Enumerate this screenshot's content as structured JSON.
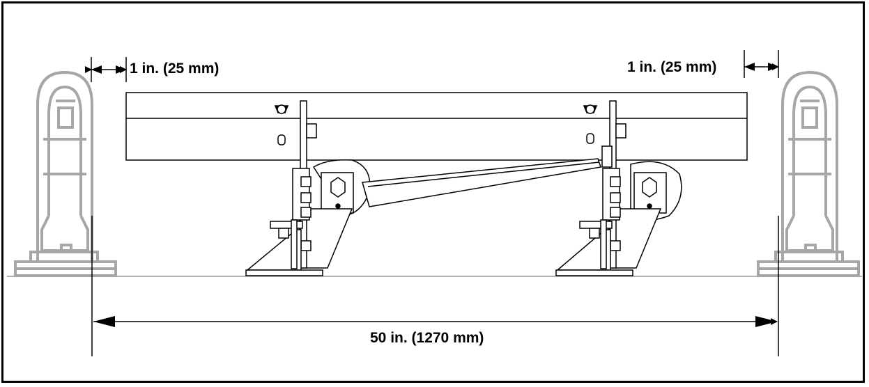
{
  "dimensions": {
    "left_clearance": "1 in. (25 mm)",
    "right_clearance": "1 in. (25 mm)",
    "overall_width": "50 in. (1270 mm)"
  },
  "colors": {
    "line": "#000000",
    "ghost": "#a6a6a6",
    "ground": "#9a9a9a"
  }
}
